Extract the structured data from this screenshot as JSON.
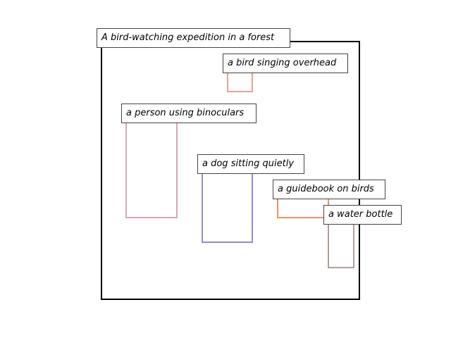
{
  "scene": {
    "caption": "A bird-watching expedition in a forest"
  },
  "regions": [
    {
      "id": "bird",
      "label": "a bird singing overhead",
      "color": "#e8a09a"
    },
    {
      "id": "person",
      "label": "a person using binoculars",
      "color": "#d4a8b8"
    },
    {
      "id": "dog",
      "label": "a dog sitting quietly",
      "color": "#9a86dc"
    },
    {
      "id": "guidebook",
      "label": "a guidebook on birds",
      "color": "#e0956a"
    },
    {
      "id": "bottle",
      "label": "a water bottle",
      "color": "#ad9f9c"
    }
  ]
}
